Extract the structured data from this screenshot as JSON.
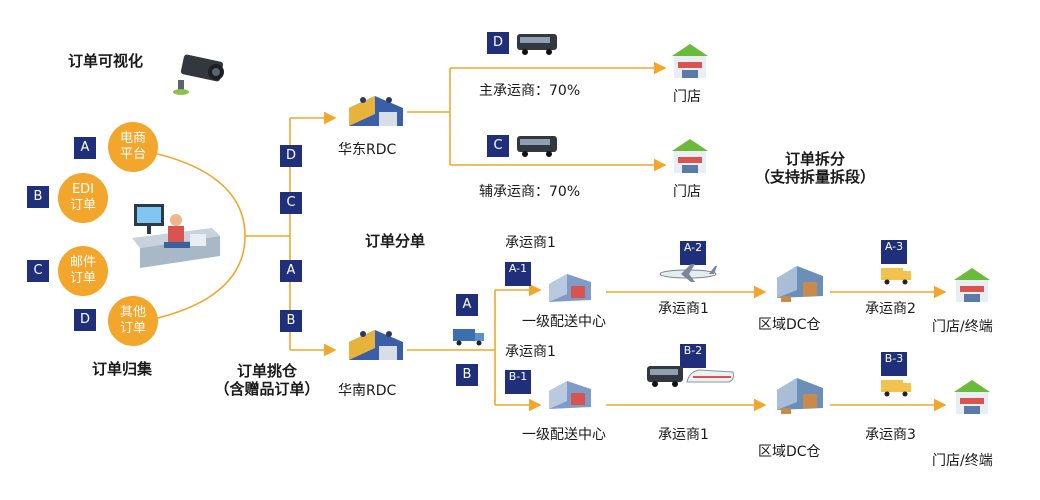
{
  "title_visualization": "订单可视化",
  "collect": {
    "channels": [
      {
        "badge": "A",
        "line1": "电商",
        "line2": "平台"
      },
      {
        "badge": "B",
        "line1": "EDI",
        "line2": "订单"
      },
      {
        "badge": "C",
        "line1": "邮件",
        "line2": "订单"
      },
      {
        "badge": "D",
        "line1": "其他",
        "line2": "订单"
      }
    ],
    "label": "订单归集"
  },
  "pick": {
    "label_line1": "订单挑仓",
    "label_line2": "（含赠品订单）",
    "badges": [
      "D",
      "C",
      "A",
      "B"
    ]
  },
  "split_label": "订单分单",
  "rdc": {
    "east": "华东RDC",
    "south": "华南RDC"
  },
  "east_routes": [
    {
      "badge": "D",
      "carrier": "主承运商：70%",
      "dest": "门店"
    },
    {
      "badge": "C",
      "carrier": "辅承运商：70%",
      "dest": "门店"
    }
  ],
  "split_note": {
    "line1": "订单拆分",
    "line2": "（支持拆量拆段）"
  },
  "south_routes": [
    {
      "group_badge": "A",
      "seg1_badge": "A-1",
      "seg1_carrier": "承运商1",
      "center": "一级配送中心",
      "seg2_badge": "A-2",
      "seg2_carrier": "承运商1",
      "dc": "区域DC仓",
      "seg3_badge": "A-3",
      "seg3_carrier": "承运商2",
      "dest": "门店/终端"
    },
    {
      "group_badge": "B",
      "seg1_badge": "B-1",
      "seg1_carrier": "承运商1",
      "center": "一级配送中心",
      "seg2_badge": "B-2",
      "seg2_carrier": "承运商1",
      "dc": "区域DC仓",
      "seg3_badge": "B-3",
      "seg3_carrier": "承运商3",
      "dest": "门店/终端"
    }
  ],
  "colors": {
    "orange": "#f2a62b",
    "navy": "#1f2f7a",
    "store_green": "#6cba3a"
  }
}
